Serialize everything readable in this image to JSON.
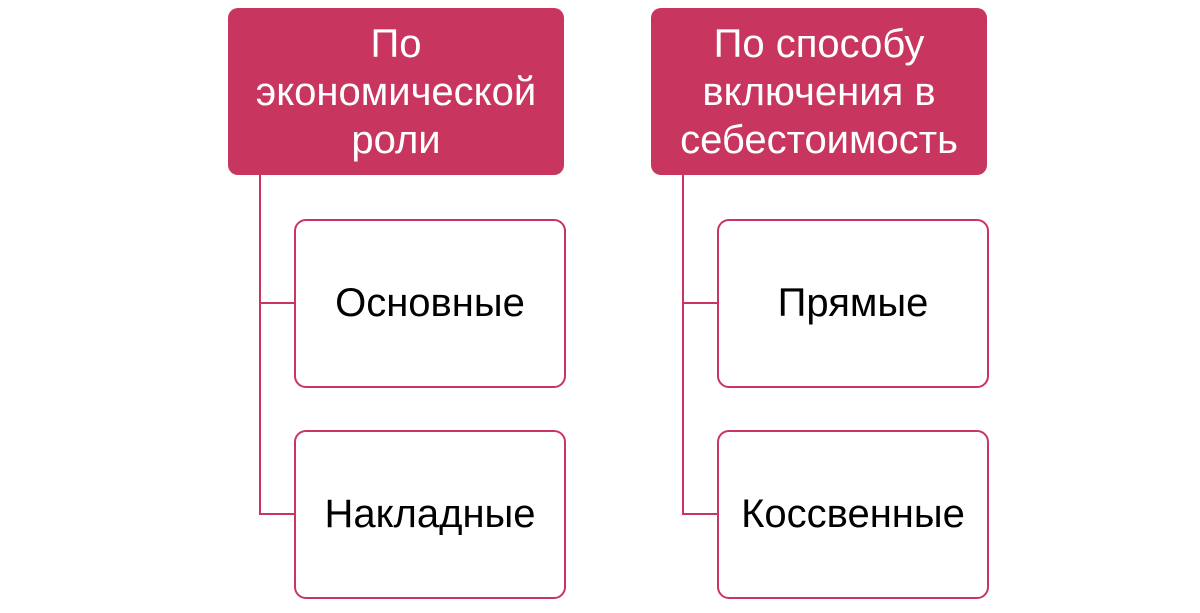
{
  "colors": {
    "accent": "#c8365f",
    "child_fill": "#ffffff",
    "child_text": "#000000",
    "header_text": "#ffffff"
  },
  "groups": [
    {
      "header": "По экономической роли",
      "children": [
        "Основные",
        "Накладные"
      ]
    },
    {
      "header": "По способу включения в себестоимость",
      "children": [
        "Прямые",
        "Коссвенные"
      ]
    }
  ]
}
